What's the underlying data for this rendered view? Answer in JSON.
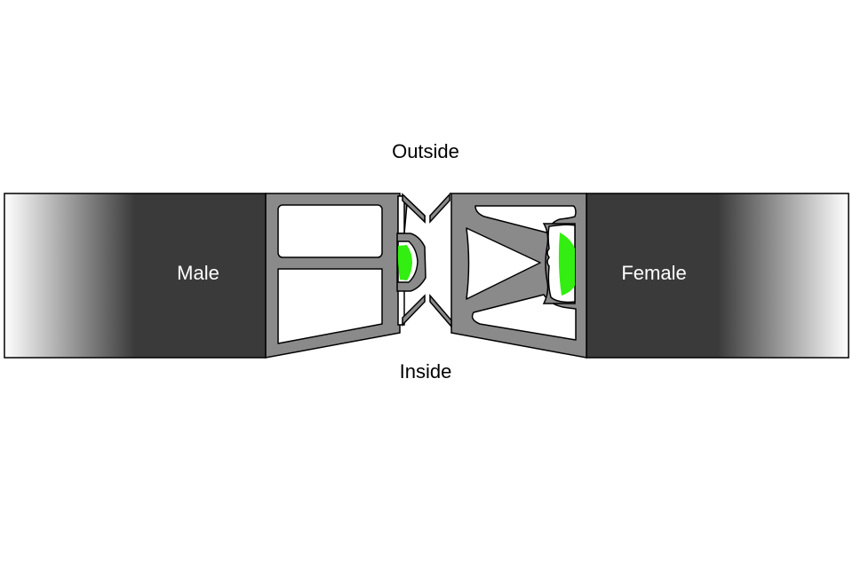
{
  "labels": {
    "outside": "Outside",
    "inside": "Inside",
    "male": "Male",
    "female": "Female"
  },
  "colors": {
    "profile": "#8a8a8a",
    "seal": "#33ee11",
    "bar_dark": "#3a3a3a"
  }
}
